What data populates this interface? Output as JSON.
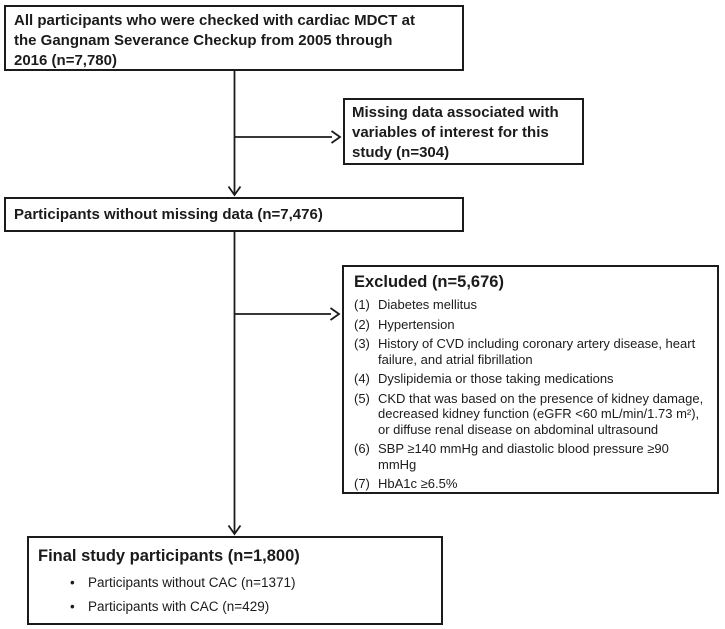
{
  "colors": {
    "line": "#1b1b1b",
    "text": "#1b1b1b",
    "background": "#ffffff"
  },
  "boxes": {
    "top": {
      "text": "All participants who were checked with cardiac MDCT at\nthe Gangnam Severance Checkup from 2005 through\n2016 (n=7,780)"
    },
    "missing": {
      "text": "Missing data associated with\nvariables of interest for this\nstudy (n=304)"
    },
    "no_missing": {
      "text": "Participants without missing data (n=7,476)"
    },
    "excluded": {
      "title": "Excluded (n=5,676)",
      "items": [
        {
          "num": "(1)",
          "text": "Diabetes mellitus"
        },
        {
          "num": "(2)",
          "text": "Hypertension"
        },
        {
          "num": "(3)",
          "text": "History of CVD including coronary artery disease, heart\nfailure, and atrial fibrillation"
        },
        {
          "num": "(4)",
          "text": "Dyslipidemia or those taking medications"
        },
        {
          "num": "(5)",
          "text": "CKD that was based on the presence of kidney damage,\ndecreased kidney function (eGFR <60 mL/min/1.73 m²),\nor diffuse renal disease on abdominal ultrasound"
        },
        {
          "num": "(6)",
          "text": "SBP ≥140 mmHg and diastolic blood pressure ≥90\nmmHg"
        },
        {
          "num": "(7)",
          "text": "HbA1c ≥6.5%"
        }
      ]
    },
    "final": {
      "title": "Final study participants (n=1,800)",
      "bullet_char": "•",
      "bullets": [
        "Participants without CAC (n=1371)",
        "Participants with CAC (n=429)"
      ]
    }
  }
}
